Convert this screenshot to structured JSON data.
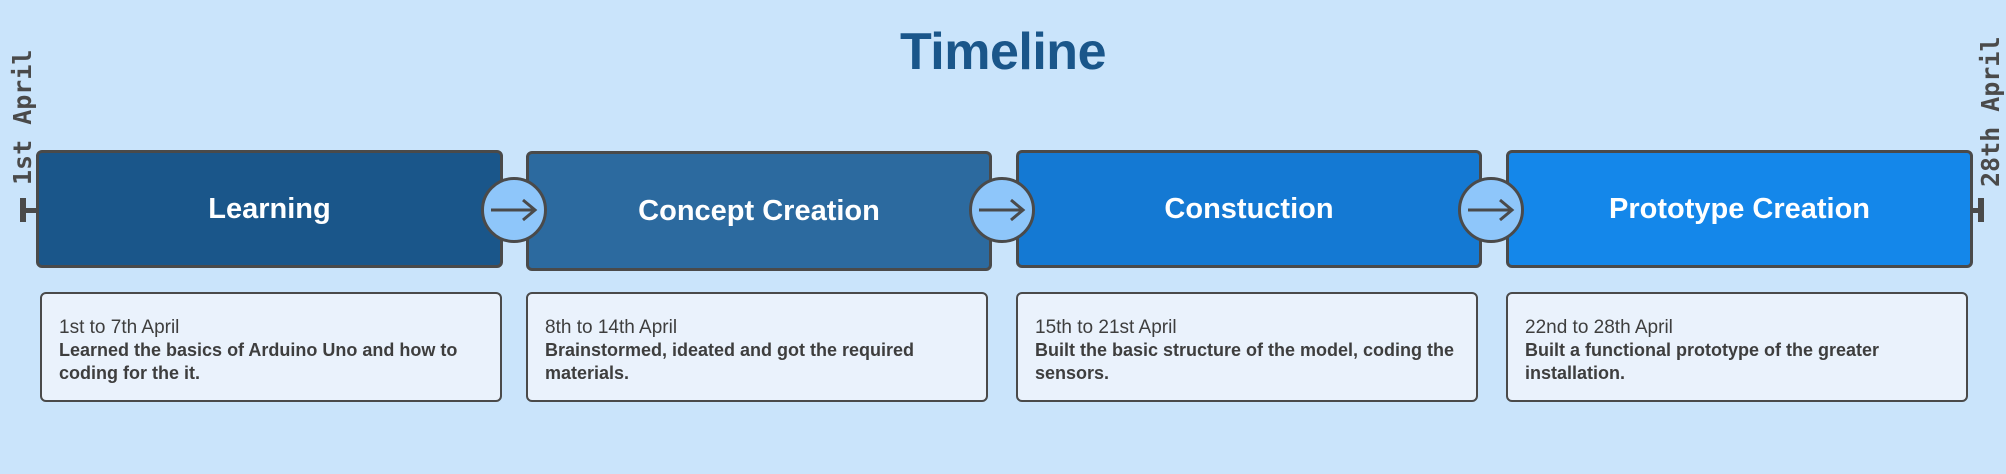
{
  "title": "Timeline",
  "start_label": "1st April",
  "end_label": "28th April",
  "colors": {
    "background": "#cae4fb",
    "title": "#1a568a",
    "arrow_circle": "#8ec6fa",
    "outline": "#4a4a4a"
  },
  "phases": [
    {
      "label": "Learning",
      "color": "#1a568a",
      "dates": "1st to 7th April",
      "description": "Learned the basics of Arduino Uno and how to coding for the it."
    },
    {
      "label": "Concept Creation",
      "color": "#2c6a9f",
      "dates": "8th to 14th April",
      "description": "Brainstormed, ideated and got the required materials."
    },
    {
      "label": "Constuction",
      "color": "#1479d3",
      "dates": "15th to 21st April",
      "description": "Built the basic structure of the model, coding the sensors."
    },
    {
      "label": "Prototype Creation",
      "color": "#1487ea",
      "dates": "22nd to 28th April",
      "description": "Built a functional prototype of the greater installation."
    }
  ],
  "arrow_icon": "arrow-right-icon"
}
